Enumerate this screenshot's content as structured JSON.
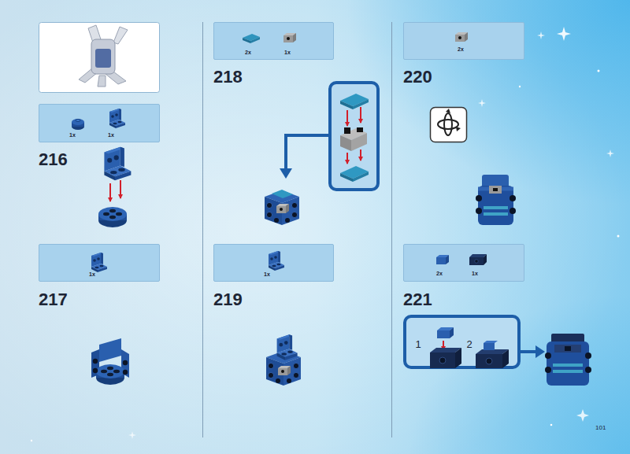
{
  "diagram": {
    "nodes": [
      {
        "text": [
          "1x",
          "1x"
        ]
      },
      {
        "text": [
          "1x"
        ]
      },
      {
        "text": [
          "2x",
          "1x"
        ]
      },
      {
        "text": [
          "1x"
        ]
      },
      {
        "text": [
          "2x"
        ]
      },
      {
        "text": [
          "2x",
          "1x"
        ]
      },
      {
        "text": [
          "1",
          "2"
        ]
      }
    ],
    "labels": [
      "216",
      "217",
      "218",
      "219",
      "220",
      "221",
      "101"
    ]
  }
}
